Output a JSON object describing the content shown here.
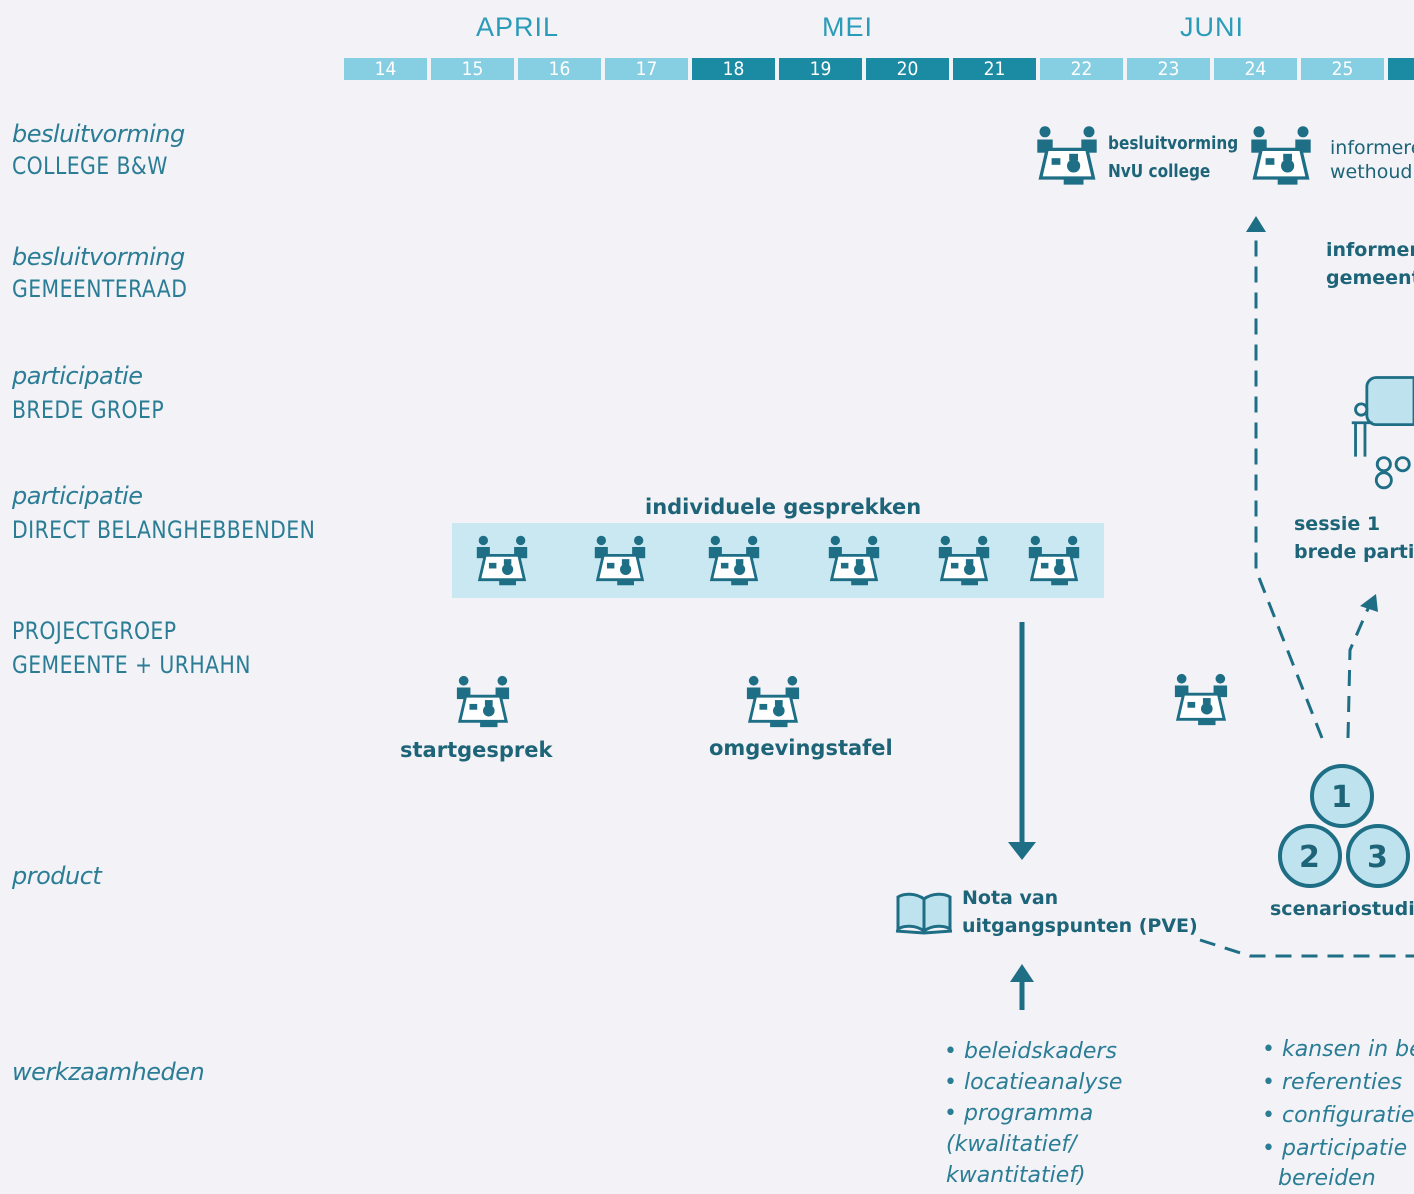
{
  "timeline": {
    "months": [
      "APRIL",
      "MEI",
      "JUNI"
    ],
    "weeks": [
      "14",
      "15",
      "16",
      "17",
      "18",
      "19",
      "20",
      "21",
      "22",
      "23",
      "24",
      "25"
    ],
    "colors": {
      "light": "#86cfe3",
      "dark": "#1b8aa3"
    }
  },
  "rows": {
    "college": {
      "italic": "besluitvorming",
      "caps": "COLLEGE B&W"
    },
    "raad": {
      "italic": "besluitvorming",
      "caps": "GEMEENTERAAD"
    },
    "brede": {
      "italic": "participatie",
      "caps": "BREDE GROEP"
    },
    "direct": {
      "italic": "participatie",
      "caps": "DIRECT BELANGHEBBENDEN"
    },
    "projectgroep": {
      "line1": "PROJECTGROEP",
      "line2": "GEMEENTE + URHAHN"
    },
    "product": {
      "italic": "product"
    },
    "werkzaamheden": {
      "italic": "werkzaamheden"
    }
  },
  "events": {
    "besluitvorming_nvu": {
      "line1": "besluitvorming",
      "line2": "NvU college"
    },
    "informeren_wethouder": {
      "line1": "informere",
      "line2": "wethoud"
    },
    "informeren_gemeenteraad": {
      "line1": "informere",
      "line2": "gemeent"
    },
    "individuele_gesprekken": "individuele gesprekken",
    "sessie": {
      "line1": "sessie 1",
      "line2": "brede partic"
    },
    "startgesprek": "startgesprek",
    "omgevingstafel": "omgevingstafel",
    "nota": {
      "line1": "Nota van",
      "line2": "uitgangspunten (PVE)"
    },
    "scenariostudie": "scenariostudie",
    "scenario_numbers": [
      "1",
      "2",
      "3"
    ]
  },
  "werkzaamheden": {
    "nota_list": [
      "beleidskaders",
      "locatieanalyse",
      "programma"
    ],
    "nota_list_cont": [
      "(kwalitatief/",
      "kwantitatief)"
    ],
    "scenario_list": [
      "kansen in bee",
      "referenties",
      "configuraties",
      "participatie v"
    ],
    "scenario_list_cont": "bereiden"
  },
  "icons": {
    "meeting": "meeting-table-icon",
    "book": "open-book-icon",
    "presentation": "presentation-group-icon"
  }
}
